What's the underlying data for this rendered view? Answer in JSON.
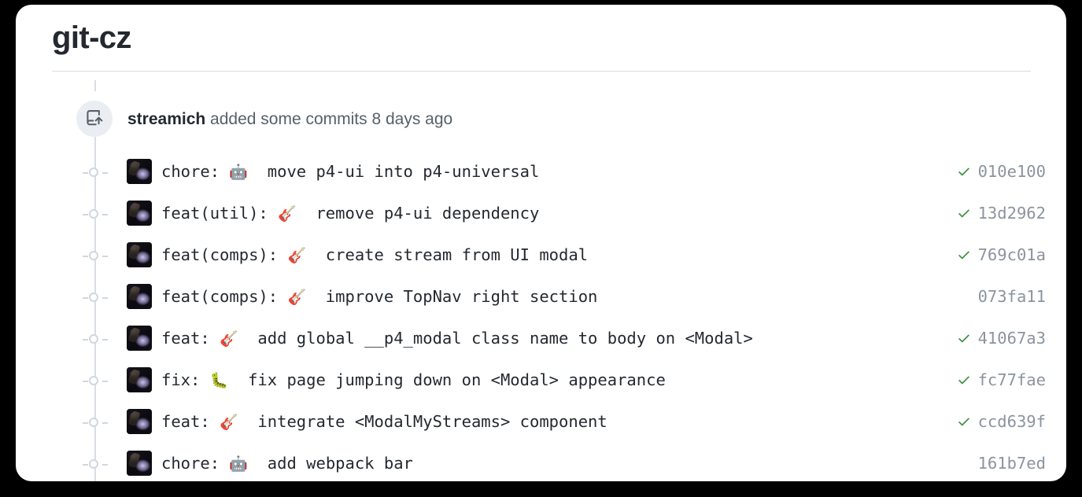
{
  "page": {
    "title": "git-cz"
  },
  "timeline": {
    "push_icon": "repo-push-icon",
    "header": {
      "author": "streamich",
      "text": " added some commits 8 days ago"
    },
    "commits": [
      {
        "avatar": "avatar",
        "prefix": "chore: ",
        "emoji": "🤖",
        "text": "  move p4-ui into p4-universal",
        "sha": "010e100",
        "verified": true
      },
      {
        "avatar": "avatar",
        "prefix": "feat(util): ",
        "emoji": "🎸",
        "text": "  remove p4-ui dependency",
        "sha": "13d2962",
        "verified": true
      },
      {
        "avatar": "avatar",
        "prefix": "feat(comps): ",
        "emoji": "🎸",
        "text": "  create stream from UI modal",
        "sha": "769c01a",
        "verified": true
      },
      {
        "avatar": "avatar",
        "prefix": "feat(comps): ",
        "emoji": "🎸",
        "text": "  improve TopNav right section",
        "sha": "073fa11",
        "verified": false
      },
      {
        "avatar": "avatar",
        "prefix": "feat: ",
        "emoji": "🎸",
        "text": "  add global __p4_modal class name to body on <Modal>",
        "sha": "41067a3",
        "verified": true
      },
      {
        "avatar": "avatar",
        "prefix": "fix: ",
        "emoji": "🐛",
        "text": "  fix page jumping down on <Modal> appearance",
        "sha": "fc77fae",
        "verified": true
      },
      {
        "avatar": "avatar",
        "prefix": "feat: ",
        "emoji": "🎸",
        "text": "  integrate <ModalMyStreams> component",
        "sha": "ccd639f",
        "verified": true
      },
      {
        "avatar": "avatar",
        "prefix": "chore: ",
        "emoji": "🤖",
        "text": "  add webpack bar",
        "sha": "161b7ed",
        "verified": false
      }
    ]
  },
  "colors": {
    "check_green": "#3f9142",
    "sha_gray": "#8b949e",
    "text_dark": "#24292f",
    "muted": "#57606a",
    "rail": "#d8dee4"
  }
}
